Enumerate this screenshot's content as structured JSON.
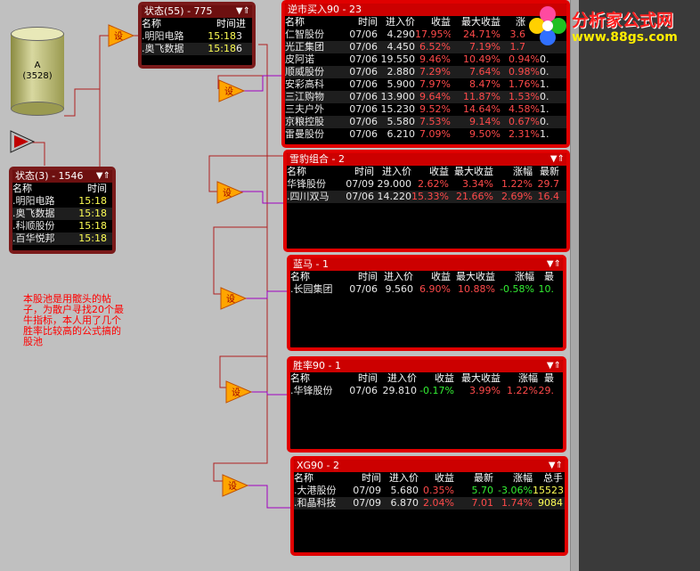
{
  "logo": {
    "name": "分析家公式网",
    "url": "www.88gs.com"
  },
  "database": {
    "label": "A",
    "count": "(3528)"
  },
  "note": "本股池是用髋头的帖子，为散户寻找20个最牛指标，本人用了几个胜率比较高的公式搞的股池",
  "filter_label": "设",
  "panels": {
    "state55": {
      "title": "状态(55) - 775",
      "cols": [
        "名称",
        "时间",
        "进"
      ],
      "rows": [
        [
          ".明阳电路",
          "15:18",
          "3"
        ],
        [
          ".奥飞数据",
          "15:18",
          "6"
        ]
      ]
    },
    "state3": {
      "title": "状态(3) - 1546",
      "cols": [
        "名称",
        "时间"
      ],
      "rows": [
        [
          ".明阳电路",
          "15:18"
        ],
        [
          ".奥飞数据",
          "15:18"
        ],
        [
          ".科顺股份",
          "15:18"
        ],
        [
          ".百华悦邦",
          "15:18"
        ]
      ]
    },
    "reverse": {
      "title": "逆市买入90 - 23",
      "cols": [
        "名称",
        "时间",
        "进入价",
        "收益",
        "最大收益",
        "涨"
      ],
      "rows": [
        [
          "仁智股份",
          "07/06",
          "4.290",
          "17.95%",
          "24.71%",
          "3.6"
        ],
        [
          "光正集团",
          "07/06",
          "4.450",
          "6.52%",
          "7.19%",
          "1.7"
        ],
        [
          "皮阿诺",
          "07/06",
          "19.550",
          "9.46%",
          "10.49%",
          "0.94%",
          "0."
        ],
        [
          "顺威股份",
          "07/06",
          "2.880",
          "7.29%",
          "7.64%",
          "0.98%",
          "0."
        ],
        [
          "安彩高科",
          "07/06",
          "5.900",
          "7.97%",
          "8.47%",
          "1.76%",
          "1."
        ],
        [
          "三江购物",
          "07/06",
          "13.900",
          "9.64%",
          "11.87%",
          "1.53%",
          "0."
        ],
        [
          "三夫户外",
          "07/06",
          "15.230",
          "9.52%",
          "14.64%",
          "4.58%",
          "1."
        ],
        [
          "京粮控股",
          "07/06",
          "5.580",
          "7.53%",
          "9.14%",
          "0.67%",
          "0."
        ],
        [
          "雷曼股份",
          "07/06",
          "6.210",
          "7.09%",
          "9.50%",
          "2.31%",
          "1."
        ]
      ]
    },
    "leopard": {
      "title": "雪豹组合 - 2",
      "cols": [
        "名称",
        "时间",
        "进入价",
        "收益",
        "最大收益",
        "涨幅",
        "最新"
      ],
      "rows": [
        [
          "华锋股份",
          "07/09",
          "29.000",
          "2.62%",
          "3.34%",
          "1.22%",
          "29.7"
        ],
        [
          ".四川双马",
          "07/06",
          "14.220",
          "15.33%",
          "21.66%",
          "2.69%",
          "16.4"
        ]
      ]
    },
    "bluehorse": {
      "title": "蓝马 - 1",
      "cols": [
        "名称",
        "时间",
        "进入价",
        "收益",
        "最大收益",
        "涨幅",
        "最"
      ],
      "rows": [
        [
          ".长园集团",
          "07/06",
          "9.560",
          "6.90%",
          "10.88%",
          "-0.58%",
          "10."
        ]
      ]
    },
    "winrate": {
      "title": "胜率90 - 1",
      "cols": [
        "名称",
        "时间",
        "进入价",
        "收益",
        "最大收益",
        "涨幅",
        "最"
      ],
      "rows": [
        [
          ".华锋股份",
          "07/06",
          "29.810",
          "-0.17%",
          "3.99%",
          "1.22%",
          "29."
        ]
      ]
    },
    "xg90": {
      "title": "XG90 - 2",
      "cols": [
        "名称",
        "时间",
        "进入价",
        "收益",
        "最新",
        "涨幅",
        "总手"
      ],
      "rows": [
        [
          ".大港股份",
          "07/09",
          "5.680",
          "0.35%",
          "5.70",
          "-3.06%",
          "15523"
        ],
        [
          ".和晶科技",
          "07/09",
          "6.870",
          "2.04%",
          "7.01",
          "1.74%",
          "9084"
        ]
      ]
    }
  },
  "colors": {
    "panel_border": "#e00000",
    "title_bg": "#cc0000",
    "wire": "#aa0000",
    "filter": "#ffa500"
  }
}
